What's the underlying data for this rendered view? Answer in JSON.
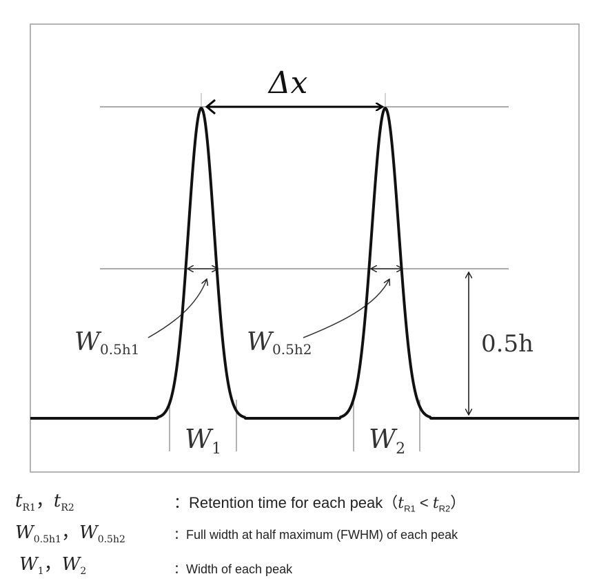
{
  "diagram": {
    "delta_label": "Δx",
    "fwhm1_label": "W",
    "fwhm1_sub": "0.5h1",
    "fwhm2_label": "W",
    "fwhm2_sub": "0.5h2",
    "height_label": "0.5h",
    "w1_label": "W",
    "w1_sub": "1",
    "w2_label": "W",
    "w2_sub": "2"
  },
  "legend": [
    {
      "symbol": "t",
      "symbol_sub1": "R1",
      "symbol_sep": "，",
      "symbol2": "t",
      "symbol_sub2": "R2",
      "description": "：Retention time for each peak（",
      "desc_math": "t",
      "desc_sub1": "R1",
      "desc_lt": " < ",
      "desc_math2": "t",
      "desc_sub2": "R2",
      "desc_end": "）"
    },
    {
      "symbol": "W",
      "symbol_sub1": "0.5h1",
      "symbol_sep": "，",
      "symbol2": "W",
      "symbol_sub2": "0.5h2",
      "description": "：Full width at half maximum (FWHM) of each peak"
    },
    {
      "symbol": "W",
      "symbol_sub1": "1",
      "symbol_sep": "，",
      "symbol2": "W",
      "symbol_sub2": "2",
      "description": "：Width of each peak"
    }
  ]
}
